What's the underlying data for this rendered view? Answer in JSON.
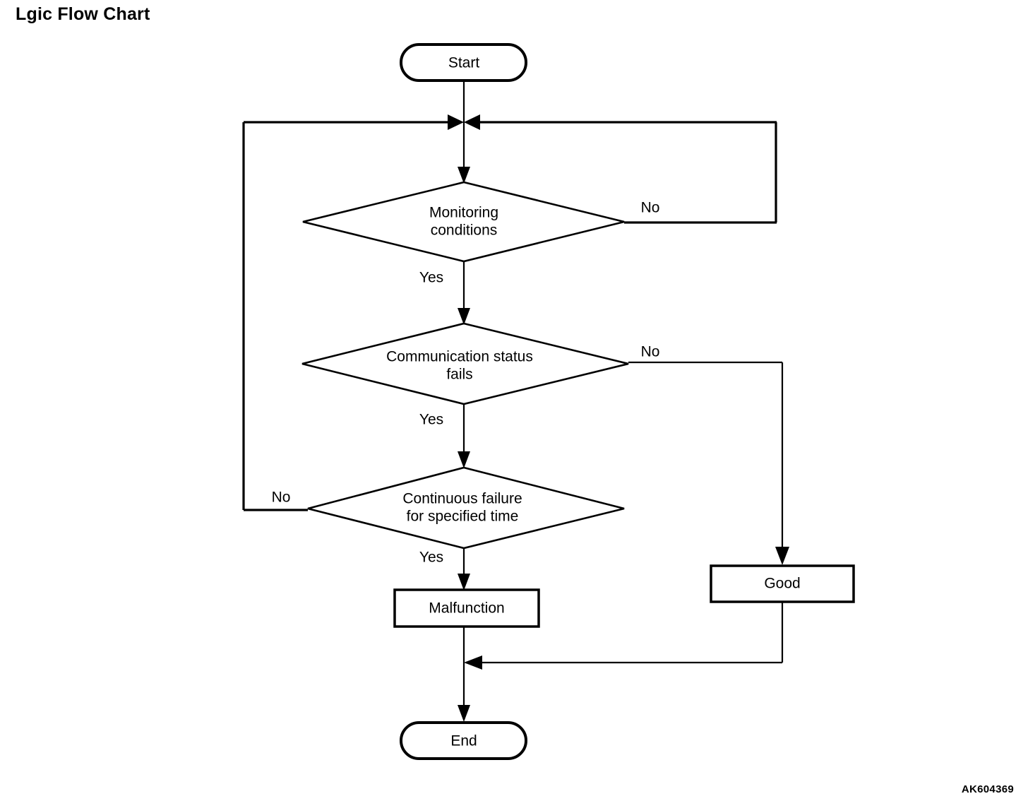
{
  "page": {
    "title": "Lgic Flow Chart",
    "diagram_code": "AK604369",
    "background_color": "#ffffff",
    "line_color": "#000000"
  },
  "chart_data": {
    "type": "diagram",
    "diagram_kind": "flowchart",
    "title": "Lgic Flow Chart",
    "nodes": [
      {
        "id": "start",
        "shape": "terminator",
        "label": "Start"
      },
      {
        "id": "monitoring",
        "shape": "decision",
        "label_line1": "Monitoring",
        "label_line2": "conditions"
      },
      {
        "id": "comm_status",
        "shape": "decision",
        "label_line1": "Communication status",
        "label_line2": "fails"
      },
      {
        "id": "continuous_failure",
        "shape": "decision",
        "label_line1": "Continuous failure",
        "label_line2": "for specified time"
      },
      {
        "id": "malfunction",
        "shape": "process",
        "label": "Malfunction"
      },
      {
        "id": "good",
        "shape": "process",
        "label": "Good"
      },
      {
        "id": "end",
        "shape": "terminator",
        "label": "End"
      }
    ],
    "edges": [
      {
        "from": "start",
        "to": "monitoring",
        "label": ""
      },
      {
        "from": "monitoring",
        "to": "comm_status",
        "label": "Yes"
      },
      {
        "from": "monitoring",
        "to": "monitoring",
        "label": "No",
        "route": "right-loop-back-to-top"
      },
      {
        "from": "comm_status",
        "to": "continuous_failure",
        "label": "Yes"
      },
      {
        "from": "comm_status",
        "to": "good",
        "label": "No",
        "route": "right-down"
      },
      {
        "from": "continuous_failure",
        "to": "malfunction",
        "label": "Yes"
      },
      {
        "from": "continuous_failure",
        "to": "monitoring",
        "label": "No",
        "route": "left-loop-back-to-top"
      },
      {
        "from": "malfunction",
        "to": "end",
        "label": ""
      },
      {
        "from": "good",
        "to": "end",
        "label": "",
        "route": "down-left-merge"
      }
    ]
  },
  "labels": {
    "start": "Start",
    "monitoring_line1": "Monitoring",
    "monitoring_line2": "conditions",
    "comm_line1": "Communication status",
    "comm_line2": "fails",
    "continuous_line1": "Continuous failure",
    "continuous_line2": "for specified time",
    "malfunction": "Malfunction",
    "good": "Good",
    "end": "End",
    "branch_no_1": "No",
    "branch_yes_1": "Yes",
    "branch_no_2": "No",
    "branch_yes_2": "Yes",
    "branch_no_3": "No",
    "branch_yes_3": "Yes"
  }
}
